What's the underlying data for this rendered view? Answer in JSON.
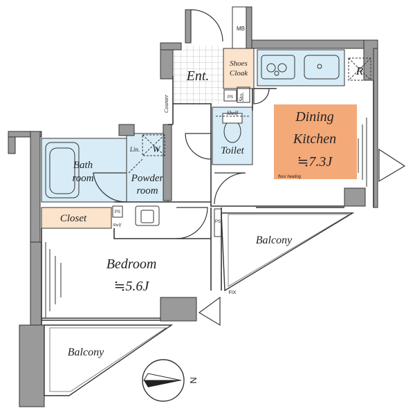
{
  "rooms": {
    "dining_kitchen": {
      "name_line1": "Dining",
      "name_line2": "Kitchen",
      "area": "≒7.3J",
      "note": "floor heating"
    },
    "bedroom": {
      "name": "Bedroom",
      "area": "≒5.6J"
    },
    "bath": {
      "line1": "Bath",
      "line2": "room"
    },
    "powder": {
      "line1": "Powder",
      "line2": "room"
    },
    "toilet": "Toilet",
    "entrance": "Ent.",
    "shoes_cloak": {
      "line1": "Shoes",
      "line2": "Cloak"
    },
    "closet": "Closet",
    "balcony_upper": "Balcony",
    "balcony_lower": "Balcony"
  },
  "small_labels": {
    "mb": "MB",
    "ps_entrance": "PS",
    "storage": "Sto.",
    "refrigerator": "R",
    "counter": "Counter",
    "shelf_toilet": "Shelf",
    "linen": "Lin.",
    "washer": "W",
    "ps_closet": "PS",
    "shelf_closet": "Shelf",
    "ps_hall": "PS",
    "fix": "FIX"
  },
  "compass": {
    "label": "N"
  },
  "colors": {
    "wall": "#9a9a9a",
    "dining_fill": "#f3a978",
    "wet_fill": "#d7ecf6",
    "closet_fill": "#fbe3cc",
    "outline": "#333333"
  }
}
